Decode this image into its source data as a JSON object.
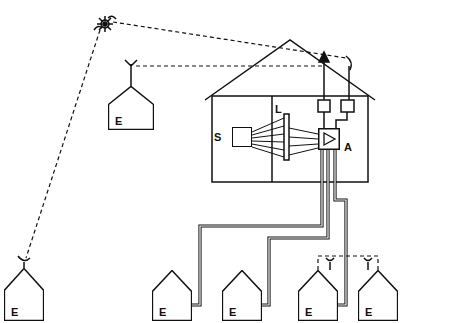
{
  "diagram": {
    "nodes": [
      {
        "text": [
          "E"
        ]
      },
      {
        "text": [
          "S"
        ]
      },
      {
        "text": [
          "A"
        ]
      },
      {
        "text": [
          "E"
        ]
      },
      {
        "text": [
          "E"
        ]
      },
      {
        "text": [
          "E"
        ]
      },
      {
        "text": [
          "E"
        ]
      },
      {
        "text": [
          "E"
        ]
      }
    ],
    "edges": [
      {
        "from": 2,
        "to": 4,
        "arrow": "none"
      },
      {
        "from": 2,
        "to": 5,
        "arrow": "none"
      },
      {
        "from": 2,
        "to": 6,
        "arrow": "none"
      },
      {
        "from": 6,
        "to": 7,
        "arrow": "none"
      }
    ],
    "labels": [
      "L"
    ]
  }
}
